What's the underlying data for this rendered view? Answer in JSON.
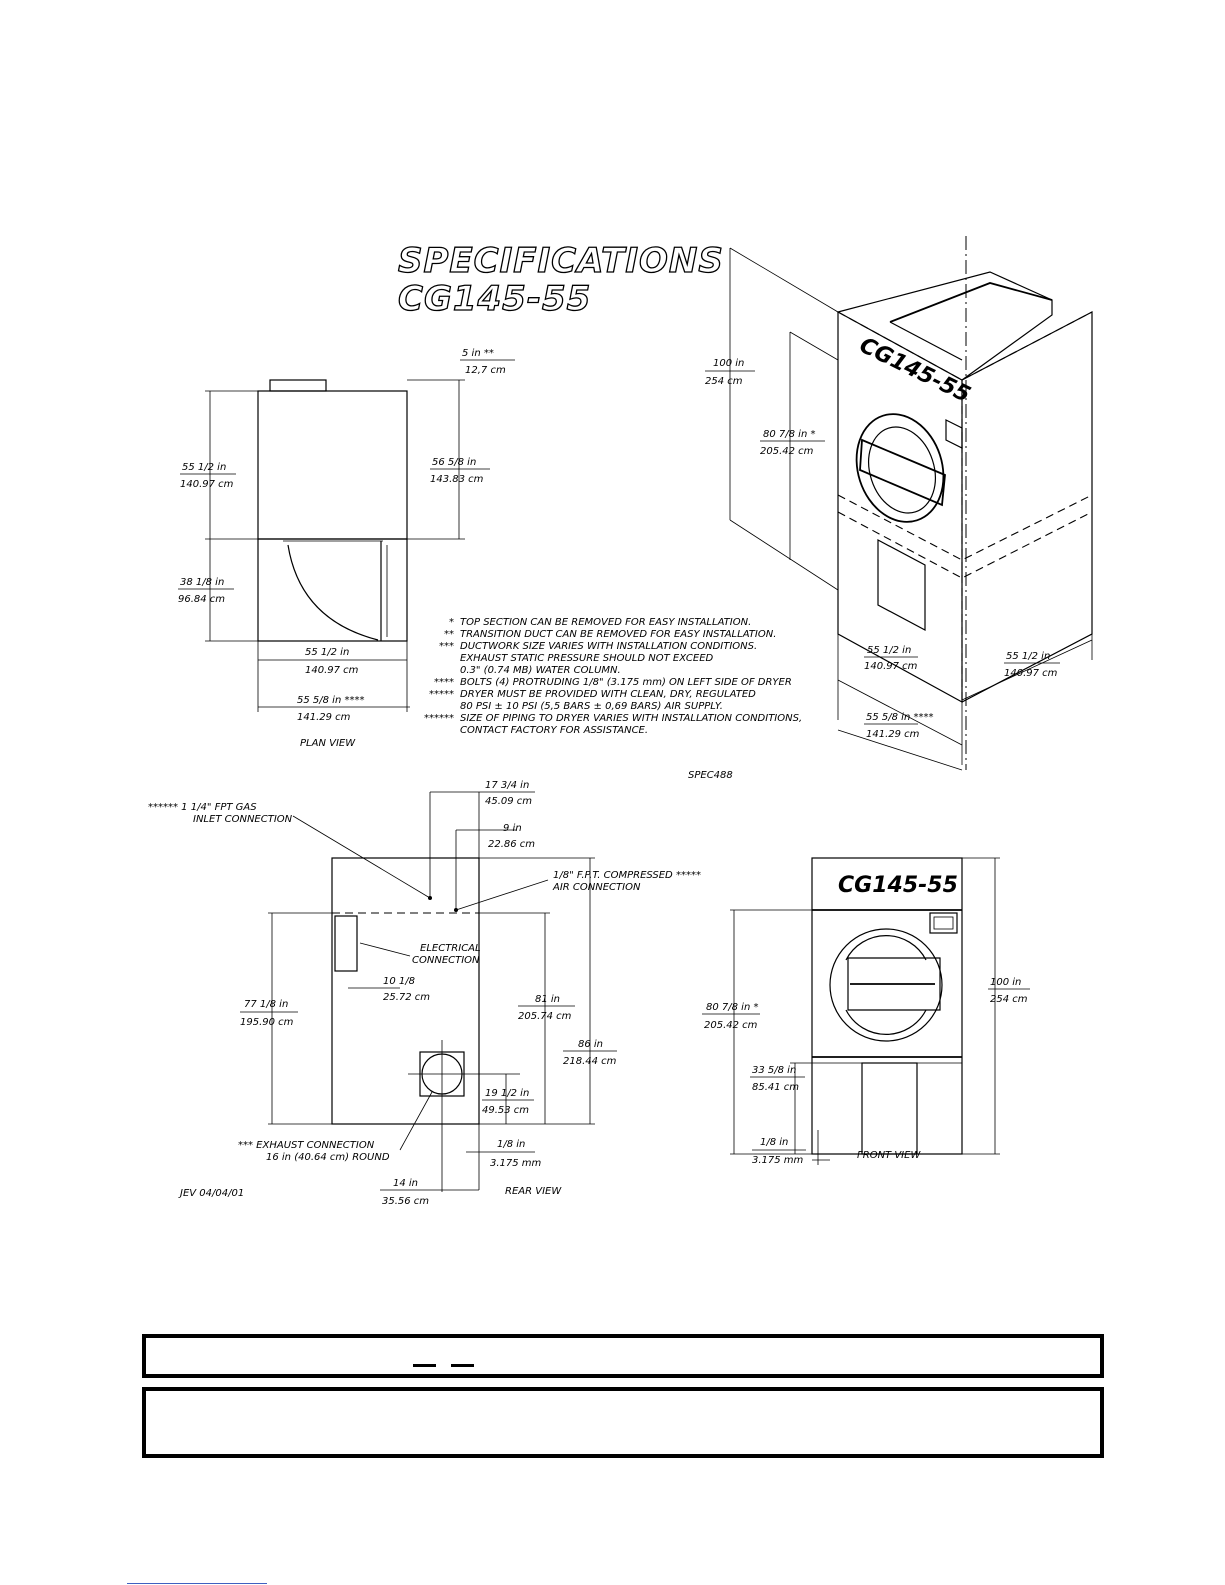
{
  "title": {
    "line1": "SPECIFICATIONS",
    "line2": "CG145-55"
  },
  "brand_label": "CG145-55",
  "plan_view": {
    "label": "PLAN VIEW",
    "dim_top_in": "5 in **",
    "dim_top_cm": "12,7 cm",
    "dim_left_in": "55 1/2 in",
    "dim_left_cm": "140.97 cm",
    "dim_right_in": "56 5/8 in",
    "dim_right_cm": "143.83 cm",
    "dim_door_in": "38 1/8 in",
    "dim_door_cm": "96.84 cm",
    "dim_width_in": "55 1/2 in",
    "dim_width_cm": "140.97 cm",
    "dim_total_in": "55 5/8 in ****",
    "dim_total_cm": "141.29 cm"
  },
  "iso_view": {
    "dim_height_in": "100 in",
    "dim_height_cm": "254 cm",
    "dim_mid_in": "80 7/8 in *",
    "dim_mid_cm": "205.42 cm",
    "dim_front_in": "55 1/2 in",
    "dim_front_cm": "140.97 cm",
    "dim_side_in": "55 1/2 in",
    "dim_side_cm": "140.97 cm",
    "dim_base_in": "55 5/8 in ****",
    "dim_base_cm": "141.29 cm"
  },
  "notes": [
    {
      "mark": "*",
      "text": "TOP SECTION CAN BE REMOVED FOR EASY INSTALLATION."
    },
    {
      "mark": "**",
      "text": "TRANSITION DUCT CAN BE REMOVED FOR EASY INSTALLATION."
    },
    {
      "mark": "***",
      "text": "DUCTWORK SIZE VARIES WITH INSTALLATION CONDITIONS."
    },
    {
      "mark": "",
      "text": "EXHAUST STATIC PRESSURE SHOULD NOT EXCEED"
    },
    {
      "mark": "",
      "text": "0.3\" (0.74 MB) WATER COLUMN."
    },
    {
      "mark": "****",
      "text": "BOLTS (4) PROTRUDING 1/8\" (3.175 mm) ON LEFT SIDE OF DRYER"
    },
    {
      "mark": "*****",
      "text": "DRYER MUST BE PROVIDED WITH CLEAN, DRY, REGULATED"
    },
    {
      "mark": "",
      "text": "80 PSI ± 10 PSI (5,5 BARS ± 0,69 BARS) AIR SUPPLY."
    },
    {
      "mark": "******",
      "text": "SIZE OF PIPING TO DRYER VARIES WITH INSTALLATION CONDITIONS,"
    },
    {
      "mark": "",
      "text": "CONTACT FACTORY FOR ASSISTANCE."
    }
  ],
  "spec_code": "SPEC488",
  "rear_view": {
    "label": "REAR VIEW",
    "gas_label_1": "****** 1 1/4\" FPT GAS",
    "gas_label_2": "INLET CONNECTION",
    "air_label_1": "1/8\" F.P.T. COMPRESSED *****",
    "air_label_2": "AIR CONNECTION",
    "elec_label_1": "ELECTRICAL",
    "elec_label_2": "CONNECTION",
    "exhaust_label_1": "*** EXHAUST CONNECTION",
    "exhaust_label_2": "16 in (40.64 cm) ROUND",
    "dim_a_in": "17 3/4 in",
    "dim_a_cm": "45.09 cm",
    "dim_b_in": "9 in",
    "dim_b_cm": "22.86 cm",
    "dim_c_in": "10 1/8",
    "dim_c_cm": "25.72 cm",
    "dim_d_in": "77 1/8 in",
    "dim_d_cm": "195.90 cm",
    "dim_e_in": "81 in",
    "dim_e_cm": "205.74 cm",
    "dim_f_in": "86 in",
    "dim_f_cm": "218.44 cm",
    "dim_g_in": "19 1/2 in",
    "dim_g_cm": "49.53 cm",
    "dim_h_in": "1/8 in",
    "dim_h_cm": "3.175 mm",
    "dim_i_in": "14 in",
    "dim_i_cm": "35.56 cm",
    "author": "JEV 04/04/01"
  },
  "front_view": {
    "label": "FRONT VIEW",
    "dim_a_in": "80 7/8 in *",
    "dim_a_cm": "205.42 cm",
    "dim_b_in": "100 in",
    "dim_b_cm": "254 cm",
    "dim_c_in": "33 5/8 in",
    "dim_c_cm": "85.41 cm",
    "dim_d_in": "1/8 in",
    "dim_d_cm": "3.175 mm"
  }
}
